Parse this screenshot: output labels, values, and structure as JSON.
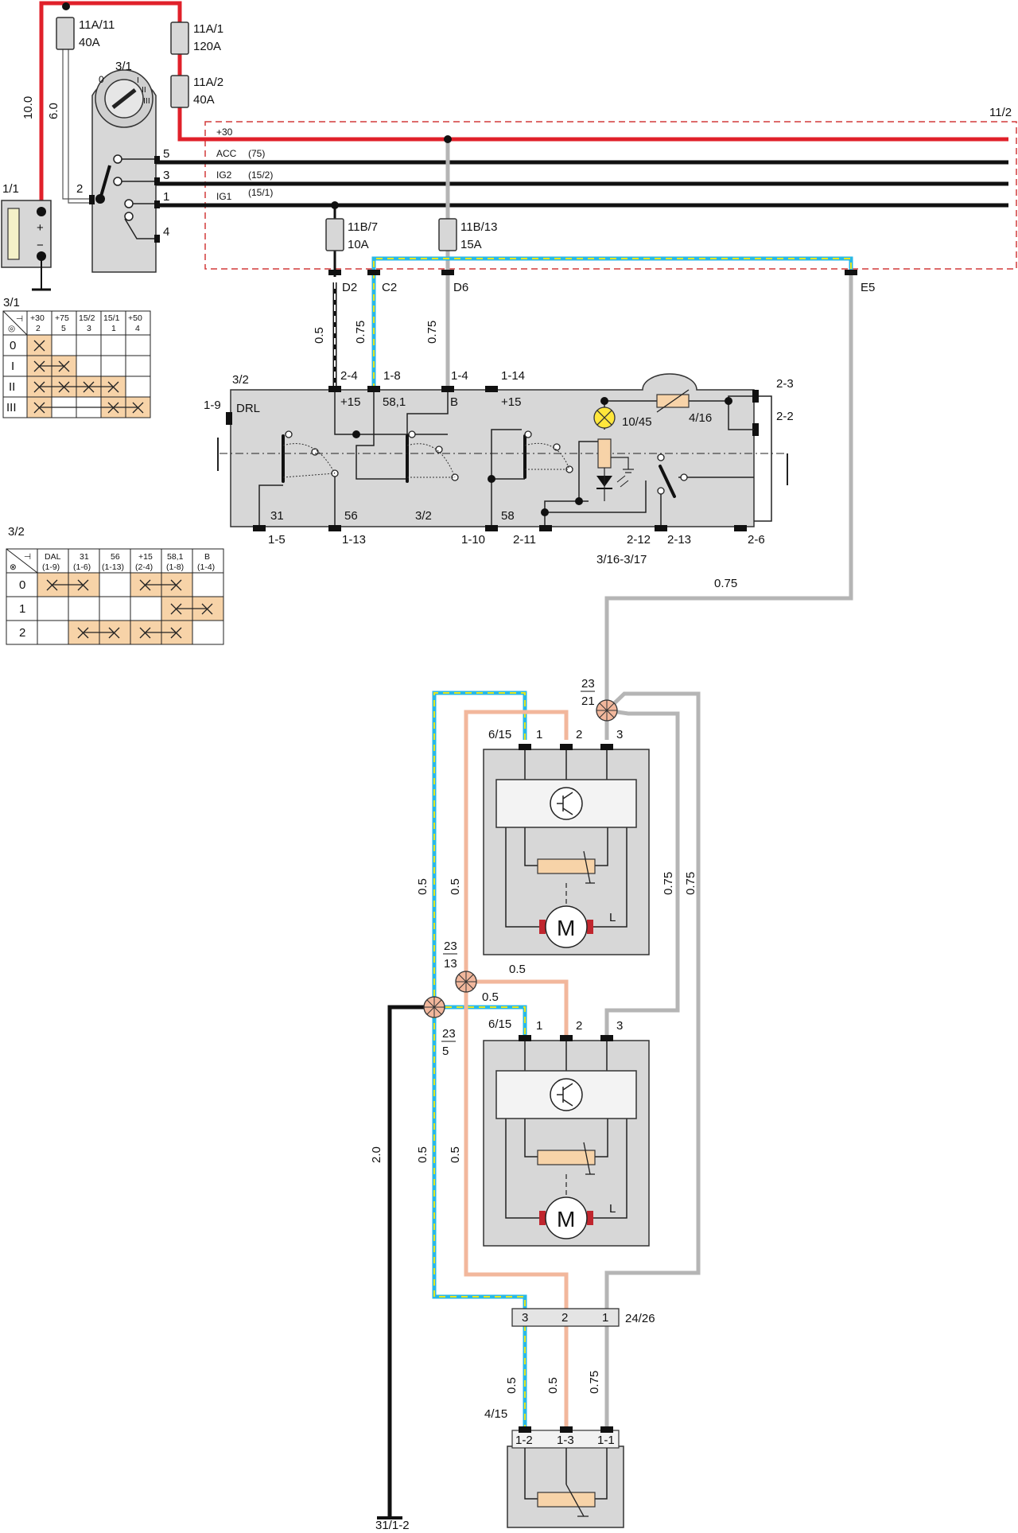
{
  "colors": {
    "red_wire": "#e0202a",
    "black_wire": "#111111",
    "grey_wire": "#b5b5b5",
    "blue_wire": "#29b8e6",
    "yellow_stripe": "#e7e61f",
    "pink_wire": "#f2b79c",
    "component_fill": "#d7d7d7",
    "table_highlight": "#f7d3a8",
    "dashed_frame": "#d23a3a"
  },
  "fuses": {
    "f1": {
      "id": "11A/11",
      "rating": "40A"
    },
    "f2": {
      "id": "11A/1",
      "rating": "120A"
    },
    "f3": {
      "id": "11A/2",
      "rating": "40A"
    },
    "f4": {
      "id": "11B/7",
      "rating": "10A"
    },
    "f5": {
      "id": "11B/13",
      "rating": "15A"
    }
  },
  "components": {
    "battery": "1/1",
    "ignition_switch": "3/1",
    "fuse_box": "11/2",
    "light_switch": "3/2",
    "light_switch_pins": "3/16-3/17",
    "lamp": "10/45",
    "rheostat": "4/16",
    "actuator1": "6/15",
    "actuator2": "6/15",
    "splice_top": {
      "num": "23",
      "den": "21"
    },
    "splice_mid": {
      "num": "23",
      "den": "13"
    },
    "splice_low": {
      "num": "23",
      "den": "5"
    },
    "connector": "24/26",
    "sensor": "4/15",
    "ground": "31/1-2",
    "motor": "M",
    "motor_l": "L",
    "drl": "DRL"
  },
  "bus": {
    "b30": "+30",
    "acc": "ACC",
    "acc_code": "(75)",
    "ig2": "IG2",
    "ig2_code": "(15/2)",
    "ig1": "IG1",
    "ig1_code": "(15/1)",
    "pin5": "5",
    "pin3": "3",
    "pin1": "1",
    "pin2": "2",
    "pin4": "4"
  },
  "wire_sizes": {
    "w10": "10.0",
    "w6": "6.0",
    "w05": "0.5",
    "w075": "0.75",
    "w20": "2.0"
  },
  "battery_signs": {
    "plus": "+",
    "minus": "−"
  },
  "terminals": {
    "d2": "D2",
    "c2": "C2",
    "d6": "D6",
    "e5": "E5",
    "t24": "2-4",
    "t18": "1-8",
    "t14": "1-4",
    "t114": "1-14",
    "t19": "1-9",
    "t23": "2-3",
    "t22": "2-2",
    "t15": "1-5",
    "t113": "1-13",
    "t110": "1-10",
    "t211": "2-11",
    "t212": "2-12",
    "t213": "2-13",
    "t26": "2-6",
    "p15": "+15",
    "p581": "58,1",
    "pB": "B",
    "p15b": "+15",
    "p31": "31",
    "p56": "56",
    "p32": "3/2",
    "p58": "58",
    "a1": "1",
    "a2": "2",
    "a3": "3",
    "c3": "3",
    "c2n": "2",
    "c1": "1",
    "s12": "1-2",
    "s13": "1-3",
    "s11": "1-1"
  },
  "table1": {
    "title": "3/1",
    "headers": [
      [
        "+30",
        "2"
      ],
      [
        "+75",
        "5"
      ],
      [
        "15/2",
        "3"
      ],
      [
        "15/1",
        "1"
      ],
      [
        "+50",
        "4"
      ]
    ],
    "rows": [
      "0",
      "I",
      "II",
      "III"
    ]
  },
  "table2": {
    "title": "3/2",
    "headers": [
      [
        "DAL",
        "(1-9)"
      ],
      [
        "31",
        "(1-6)"
      ],
      [
        "56",
        "(1-13)"
      ],
      [
        "+15",
        "(2-4)"
      ],
      [
        "58,1",
        "(1-8)"
      ],
      [
        "B",
        "(1-4)"
      ]
    ],
    "rows": [
      "0",
      "1",
      "2"
    ]
  }
}
